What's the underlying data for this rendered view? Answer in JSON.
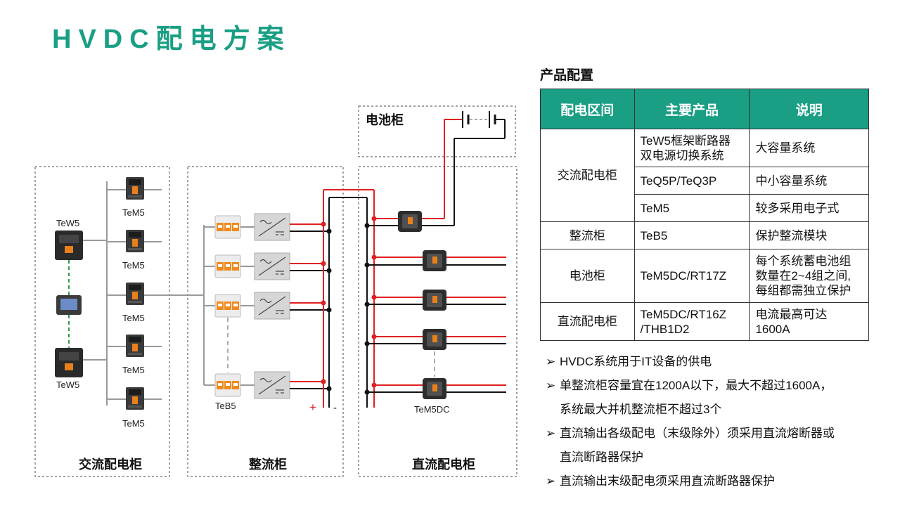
{
  "title": "HVDC配电方案",
  "diagram": {
    "cabinets": {
      "ac": "交流配电柜",
      "rectifier": "整流柜",
      "dc": "直流配电柜",
      "battery": "电池柜"
    },
    "labels": {
      "tew5_top": "TeW5",
      "tew5_bottom": "TeW5",
      "tem5": [
        "TeM5",
        "TeM5",
        "TeM5",
        "TeM5",
        "TeM5"
      ],
      "teb5": "TeB5",
      "tem5dc": "TeM5DC",
      "plus": "+",
      "minus": "-"
    },
    "colors": {
      "positive": "#e02020",
      "negative": "#111111",
      "link": "#2e9a4a",
      "accent": "#1a9e84"
    }
  },
  "product_config": {
    "title": "产品配置",
    "headers": [
      "配电区间",
      "主要产品",
      "说明"
    ],
    "rows": {
      "ac": {
        "section": "交流配电柜",
        "items": [
          {
            "product_l1": "TeW5框架断路器",
            "product_l2": "双电源切换系统",
            "desc": "大容量系统"
          },
          {
            "product": "TeQ5P/TeQ3P",
            "desc": "中小容量系统"
          },
          {
            "product": "TeM5",
            "desc": "较多采用电子式"
          }
        ]
      },
      "rect": {
        "section": "整流柜",
        "product": "TeB5",
        "desc": "保护整流模块"
      },
      "battery": {
        "section": "电池柜",
        "product": "TeM5DC/RT17Z",
        "desc_l1": "每个系统蓄电池组",
        "desc_l2": "数量在2~4组之间,",
        "desc_l3": "每组都需独立保护"
      },
      "dc": {
        "section": "直流配电柜",
        "product_l1": "TeM5DC/RT16Z",
        "product_l2": "/THB1D2",
        "desc_l1": "电流最高可达",
        "desc_l2": "1600A"
      }
    }
  },
  "notes": {
    "n1": "HVDC系统用于IT设备的供电",
    "n2_l1": "单整流柜容量宜在1200A以下，最大不超过1600A，",
    "n2_l2": "系统最大并机整流柜不超过3个",
    "n3_l1": "直流输出各级配电（末级除外）须采用直流熔断器或",
    "n3_l2": "直流断路器保护",
    "n4": "直流输出末级配电须采用直流断路器保护"
  }
}
